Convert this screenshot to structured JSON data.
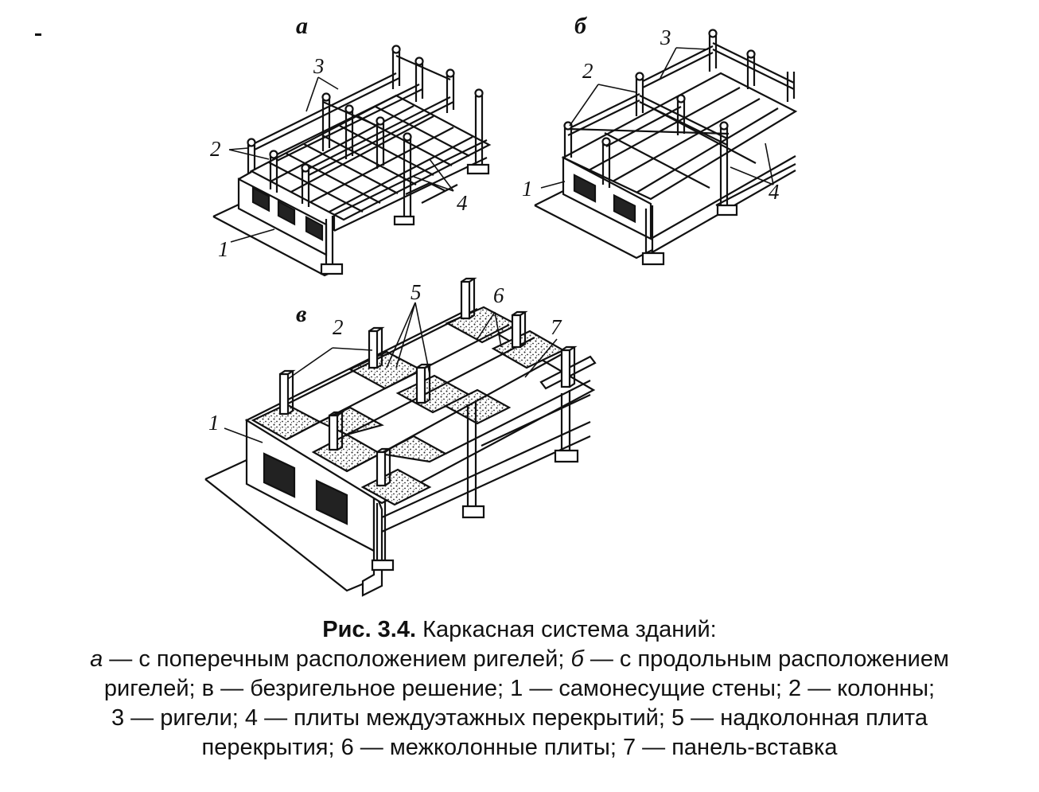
{
  "panels": {
    "a": {
      "letter": "а"
    },
    "b": {
      "letter": "б"
    },
    "c": {
      "letter": "в"
    }
  },
  "labels": {
    "n1": "1",
    "n2": "2",
    "n3": "3",
    "n4": "4",
    "n5": "5",
    "n6": "6",
    "n7": "7"
  },
  "caption": {
    "title": "Рис. 3.4.",
    "heading": " Каркасная система зданий:",
    "line2_a": "а",
    "line2_rest1": " — с поперечным расположением ригелей; ",
    "line2_b": "б",
    "line2_rest2": " — с продольным расположением",
    "line3": "ригелей; в — безригельное решение; 1 — самонесущие стены; 2 — колонны;",
    "line4": "3 — ригели; 4 — плиты междуэтажных перекрытий; 5 — надколонная плита",
    "line5": "перекрытия; 6 — межколонные плиты; 7 — панель-вставка"
  }
}
